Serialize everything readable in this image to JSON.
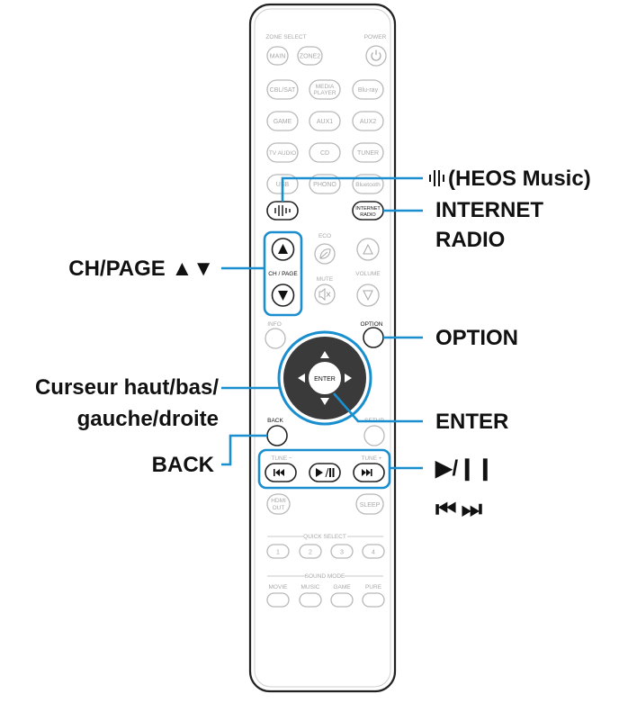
{
  "remote": {
    "zone_select_label": "ZONE SELECT",
    "power_label": "POWER",
    "buttons": {
      "main": "MAIN",
      "zone2": "ZONE2",
      "cbl_sat": "CBL/SAT",
      "media_player_line1": "MEDIA",
      "media_player_line2": "PLAYER",
      "bluray": "Blu-ray",
      "game": "GAME",
      "aux1": "AUX1",
      "aux2": "AUX2",
      "tv_audio": "TV AUDIO",
      "cd": "CD",
      "tuner": "TUNER",
      "usb": "USB",
      "phono": "PHONO",
      "bluetooth": "Bluetooth",
      "internet_radio_line1": "INTERNET",
      "internet_radio_line2": "RADIO",
      "enter": "ENTER",
      "hdmi_out_line1": "HDMI",
      "hdmi_out_line2": "OUT",
      "sleep": "SLEEP",
      "qs1": "1",
      "qs2": "2",
      "qs3": "3",
      "qs4": "4"
    },
    "labels": {
      "eco": "ECO",
      "ch_page": "CH / PAGE",
      "mute": "MUTE",
      "volume": "VOLUME",
      "info": "INFO",
      "option": "OPTION",
      "back": "BACK",
      "setup": "SETUP",
      "tune_minus": "TUNE −",
      "tune_plus": "TUNE +",
      "quick_select": "QUICK SELECT",
      "sound_mode": "SOUND MODE",
      "movie": "MOVIE",
      "music": "MUSIC",
      "game_mode": "GAME",
      "pure": "PURE"
    }
  },
  "callouts": {
    "heos_music": "(HEOS Music)",
    "internet_radio_line1": "INTERNET",
    "internet_radio_line2": "RADIO",
    "ch_page": "CH/PAGE ▲▼",
    "option": "OPTION",
    "cursor_line1": "Curseur haut/bas/",
    "cursor_line2": "gauche/droite",
    "enter": "ENTER",
    "back": "BACK",
    "play_pause": "▶/❙❙",
    "skip": "⏮ ⏭"
  },
  "colors": {
    "accent_blue": "#1a8fd0",
    "outline_grey": "#b8b8b8",
    "dpad_dark": "#3a3a3a",
    "text_dark": "#111111"
  }
}
